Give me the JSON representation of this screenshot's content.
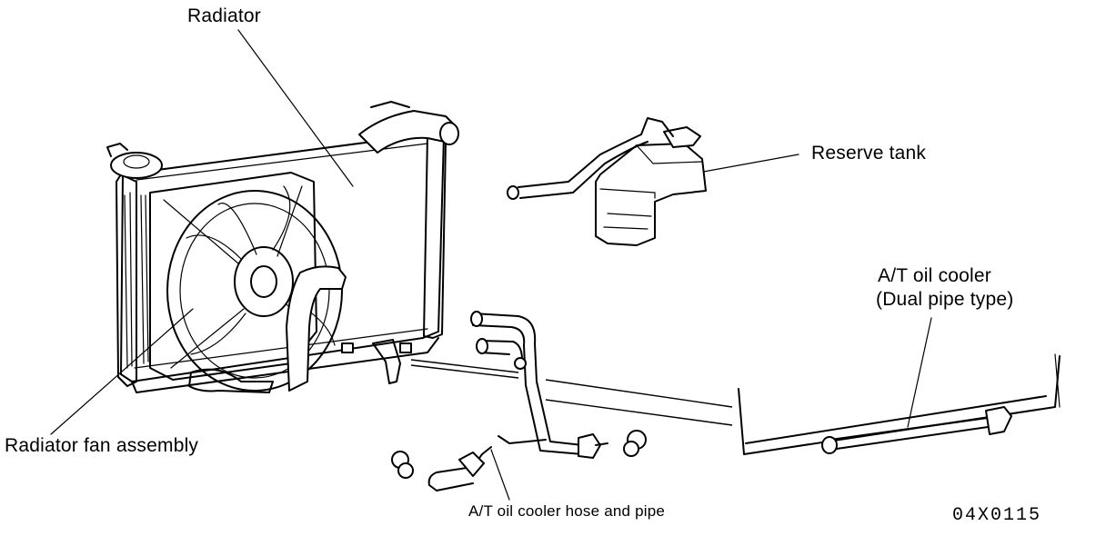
{
  "labels": {
    "radiator": "Radiator",
    "reserve_tank": "Reserve tank",
    "oil_cooler_line1": "A/T oil cooler",
    "oil_cooler_line2": "(Dual pipe type)",
    "fan_assembly": "Radiator fan assembly",
    "hose_and_pipe": "A/T oil cooler hose and pipe",
    "figure_code": "04X0115"
  },
  "colors": {
    "ink": "#000000",
    "paper": "#ffffff"
  }
}
